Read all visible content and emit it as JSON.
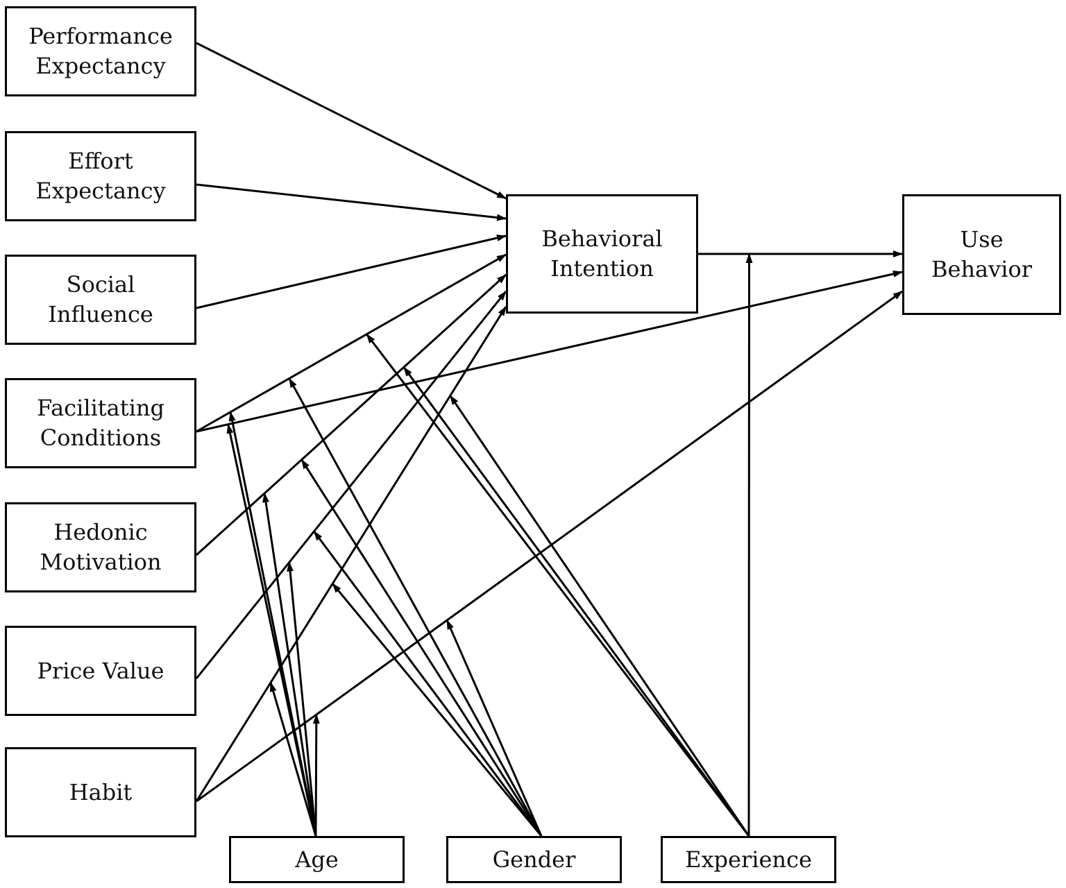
{
  "nodes": {
    "performance_expectancy": "Performance\nExpectancy",
    "effort_expectancy": "Effort\nExpectancy",
    "social_influence": "Social\nInfluence",
    "facilitating_conditions": "Facilitating\nConditions",
    "hedonic_motivation": "Hedonic\nMotivation",
    "price_value": "Price Value",
    "habit": "Habit",
    "behavioral_intention": "Behavioral\nIntention",
    "use_behavior": "Use\nBehavior",
    "age": "Age",
    "gender": "Gender",
    "experience": "Experience"
  },
  "edges": [
    {
      "from": "performance_expectancy",
      "to": "behavioral_intention"
    },
    {
      "from": "effort_expectancy",
      "to": "behavioral_intention"
    },
    {
      "from": "social_influence",
      "to": "behavioral_intention"
    },
    {
      "from": "facilitating_conditions",
      "to": "behavioral_intention"
    },
    {
      "from": "facilitating_conditions",
      "to": "use_behavior"
    },
    {
      "from": "hedonic_motivation",
      "to": "behavioral_intention"
    },
    {
      "from": "price_value",
      "to": "behavioral_intention"
    },
    {
      "from": "habit",
      "to": "behavioral_intention"
    },
    {
      "from": "habit",
      "to": "use_behavior"
    },
    {
      "from": "behavioral_intention",
      "to": "use_behavior"
    }
  ],
  "moderators": {
    "age": [
      "facilitating_conditions->behavioral_intention",
      "facilitating_conditions->use_behavior",
      "hedonic_motivation->behavioral_intention",
      "price_value->behavioral_intention",
      "habit->behavioral_intention",
      "habit->use_behavior"
    ],
    "gender": [
      "facilitating_conditions->behavioral_intention",
      "hedonic_motivation->behavioral_intention",
      "price_value->behavioral_intention",
      "habit->behavioral_intention",
      "habit->use_behavior"
    ],
    "experience": [
      "facilitating_conditions->behavioral_intention",
      "hedonic_motivation->behavioral_intention",
      "habit->behavioral_intention",
      "behavioral_intention->use_behavior"
    ]
  },
  "colors": {
    "line": "#000000",
    "box_border": "#000000",
    "background": "#ffffff"
  }
}
